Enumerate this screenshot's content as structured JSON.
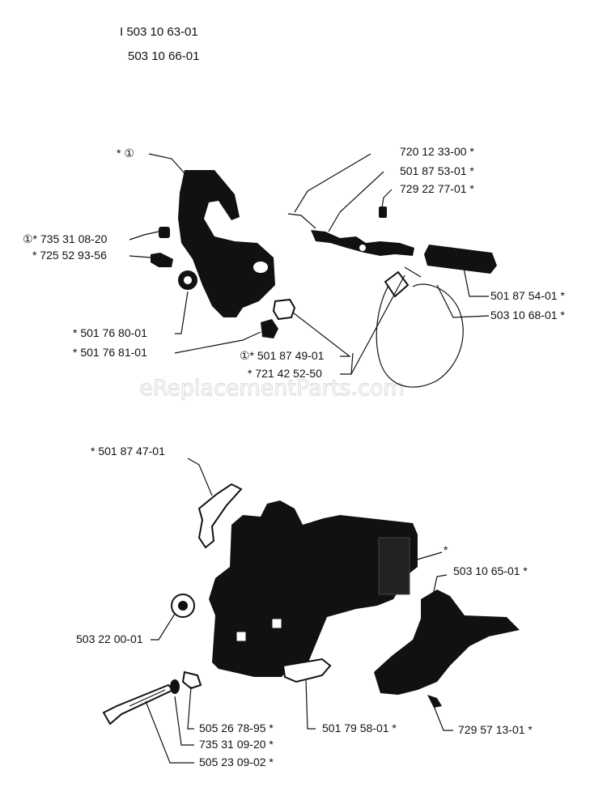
{
  "header": {
    "line1": "I 503 10 63-01",
    "line2": "503 10 66-01"
  },
  "watermark": "eReplacementParts.com",
  "callouts": {
    "top_star_symbol": "* ①",
    "p720123300": "720 12 33-00  *",
    "p501875301": "501 87 53-01  *",
    "p729227701": "729 22 77-01  *",
    "p735310820": "①* 735 31 08-20",
    "p725529356": "* 725 52 93-56",
    "p501875401": "501 87 54-01  *",
    "p503106801": "503 10 68-01  *",
    "p501768001": "* 501 76 80-01",
    "p501768101": "* 501 76 81-01",
    "p501874901": "①* 501 87 49-01",
    "p721425250": "* 721 42 52-50",
    "p501874701": "* 501 87 47-01",
    "star_housing": "*",
    "p503106501": "503 10 65-01  *",
    "p503220001": "503 22 00-01",
    "p505267895": "505 26 78-95  *",
    "p735310920": "735 31 09-20  *",
    "p505230902": "505 23 09-02  *",
    "p501795801": "501 79 58-01  *",
    "p729571301": "729 57 13-01  *"
  }
}
